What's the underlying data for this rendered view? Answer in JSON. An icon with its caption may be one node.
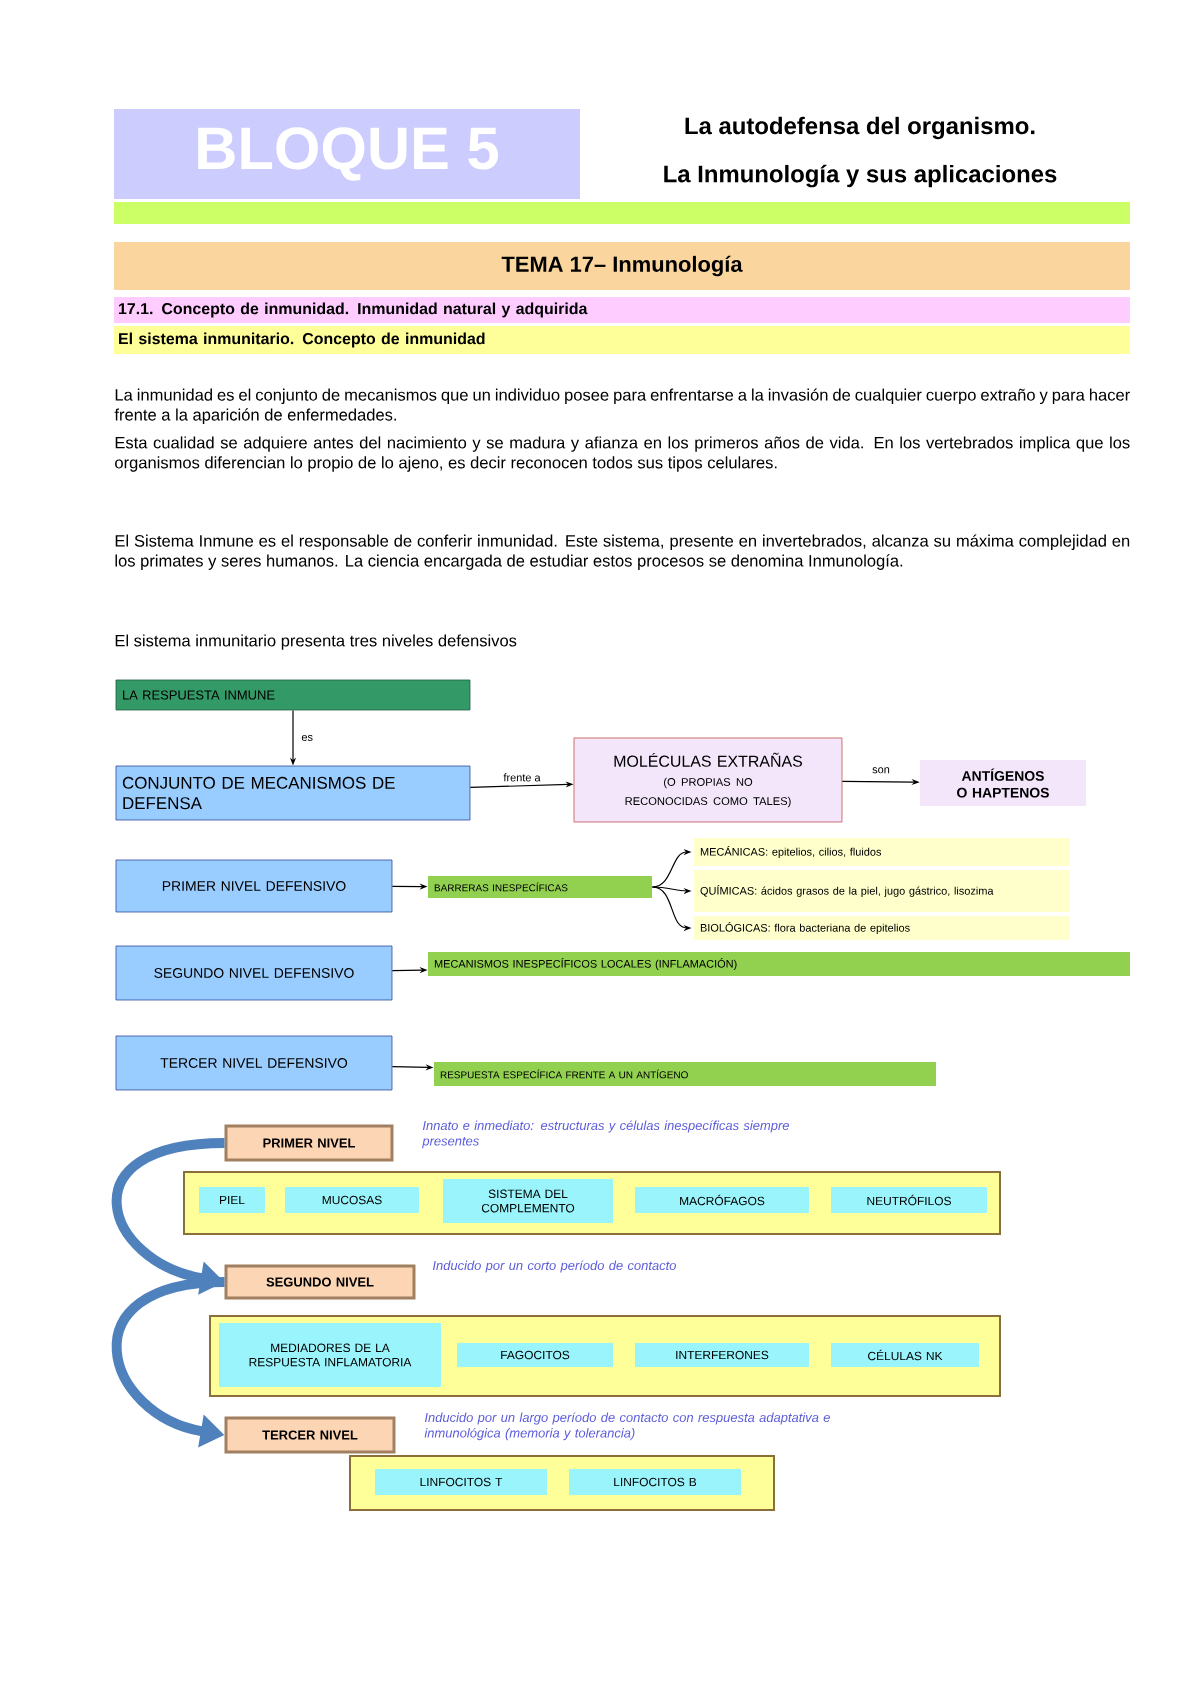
{
  "diagram": {
    "nodes": [
      {
        "text": [
          "LA RESPUESTA INMUNE"
        ]
      },
      {
        "text": [
          "CONJUNTO DE MECANISMOS DE DEFENSA"
        ]
      },
      {
        "text": [
          "MOLÉCULAS EXTRAÑAS",
          "(O PROPIAS NO RECONOCIDAS COMO TALES)"
        ]
      },
      {
        "text": [
          "ANTÍGENOS O HAPTENOS"
        ]
      },
      {
        "text": [
          "PRIMER NIVEL DEFENSIVO"
        ]
      },
      {
        "text": [
          "BARRERAS INESPECÍFICAS"
        ]
      },
      {
        "text": [
          "MECÁNICAS: epitelios, cilios, fluidos"
        ]
      },
      {
        "text": [
          "QUÍMICAS: ácidos grasos de la piel, jugo gástrico, lisozima"
        ]
      },
      {
        "text": [
          "BIOLÓGICAS: flora bacteriana de epitelios"
        ]
      },
      {
        "text": [
          "SEGUNDO NIVEL DEFENSIVO"
        ]
      },
      {
        "text": [
          "MECANISMOS INESPECÍFICOS LOCALES (INFLAMACIÓN)"
        ]
      },
      {
        "text": [
          "TERCER NIVEL DEFENSIVO"
        ]
      },
      {
        "text": [
          "RESPUESTA ESPECÍFICA FRENTE A UN ANTÍGENO"
        ]
      },
      {
        "text": [
          "PRIMER NIVEL"
        ],
        "beside": [
          "Innato e inmediato: estructuras y células inespecíficas siempre presentes"
        ]
      },
      {
        "text": [],
        "shape": "box"
      },
      {
        "text": [
          "PIEL"
        ],
        "in": 14
      },
      {
        "text": [
          "MUCOSAS"
        ],
        "in": 14
      },
      {
        "text": [
          "SISTEMA DEL COMPLEMENTO"
        ],
        "in": 14
      },
      {
        "text": [
          "MACRÓFAGOS"
        ],
        "in": 14
      },
      {
        "text": [
          "NEUTRÓFILOS"
        ],
        "in": 14
      },
      {
        "text": [
          "SEGUNDO NIVEL"
        ],
        "beside": [
          "Inducido por un corto período de contacto"
        ]
      },
      {
        "text": [],
        "shape": "box"
      },
      {
        "text": [
          "MEDIADORES DE LA RESPUESTA INFLAMATORIA"
        ],
        "in": 21
      },
      {
        "text": [
          "FAGOCITOS"
        ],
        "in": 21
      },
      {
        "text": [
          "INTERFERONES"
        ],
        "in": 21
      },
      {
        "text": [
          "CÉLULAS NK"
        ],
        "in": 21
      },
      {
        "text": [
          "TERCER NIVEL"
        ],
        "beside": [
          "Inducido por un largo período de contacto con respuesta adaptativa e inmunológica (memoria y tolerancia)"
        ]
      },
      {
        "text": [],
        "shape": "box"
      },
      {
        "text": [
          "LINFOCITOS T"
        ],
        "in": 27
      },
      {
        "text": [
          "LINFOCITOS B"
        ],
        "in": 27
      }
    ],
    "edges": [
      {
        "from": 0,
        "to": 1,
        "arrow": "to",
        "label": "es"
      },
      {
        "from": 1,
        "to": 2,
        "arrow": "to",
        "label": "frente a"
      },
      {
        "from": 2,
        "to": 3,
        "arrow": "to",
        "label": "son"
      },
      {
        "from": 4,
        "to": 5,
        "arrow": "to"
      },
      {
        "from": 5,
        "to": 6,
        "arrow": "to"
      },
      {
        "from": 5,
        "to": 7,
        "arrow": "to"
      },
      {
        "from": 5,
        "to": 8,
        "arrow": "to"
      },
      {
        "from": 9,
        "to": 10,
        "arrow": "to"
      },
      {
        "from": 11,
        "to": 12,
        "arrow": "to"
      },
      {
        "from": 13,
        "to": 20,
        "arrow": "to",
        "style": "thick",
        "color": "#4f81bd"
      },
      {
        "from": 20,
        "to": 26,
        "arrow": "to",
        "style": "thick",
        "color": "#4f81bd"
      }
    ],
    "labels": [
      "BLOQUE 5",
      "La autodefensa del organismo.",
      "La Inmunología y sus aplicaciones",
      "TEMA 17– Inmunología",
      "17.1. Concepto de inmunidad. Inmunidad natural y adquirida",
      "El sistema inmunitario. Concepto de inmunidad",
      "La inmunidad es el conjunto de mecanismos que un individuo posee para enfrentarse a la invasión de cualquier cuerpo extraño y para hacer frente a la aparición de enfermedades.",
      "Esta cualidad se adquiere antes del nacimiento y se madura y afianza en los primeros años de vida. En los vertebrados implica que los organismos diferencian lo propio de lo ajeno, es decir reconocen todos sus tipos celulares.",
      "El Sistema Inmune es el responsable de conferir inmunidad. Este sistema, presente en invertebrados, alcanza su máxima complejidad en los primates y seres humanos. La ciencia encargada de estudiar estos procesos se denomina Inmunología.",
      "El sistema inmunitario presenta tres niveles defensivos"
    ]
  }
}
